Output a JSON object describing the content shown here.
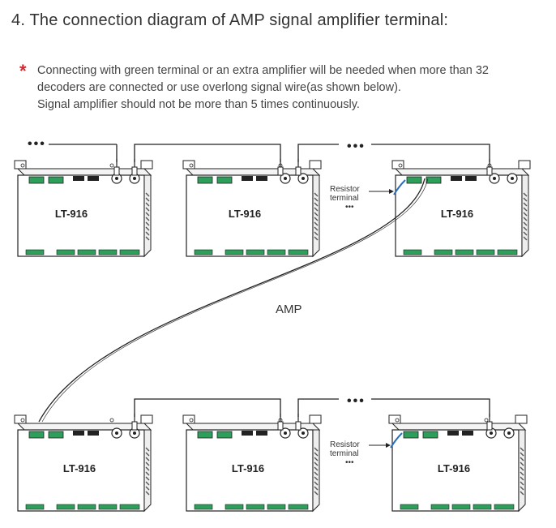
{
  "heading": "4. The connection diagram of AMP signal amplifier terminal:",
  "note": {
    "line1": "Connecting with green terminal or an extra amplifier will be needed when more than 32",
    "line2": "decoders are connected or use overlong signal wire(as shown below).",
    "line3": "Signal amplifier should not be more than 5 times continuously."
  },
  "diagram": {
    "device_label": "LT-916",
    "amp_label": "AMP",
    "ellipsis": "•••",
    "resistor_line1": "Resistor",
    "resistor_line2": "terminal",
    "colors": {
      "terminal_green": "#2e9e5b",
      "resistor_blue": "#2a6ebd",
      "line": "#222222"
    }
  }
}
